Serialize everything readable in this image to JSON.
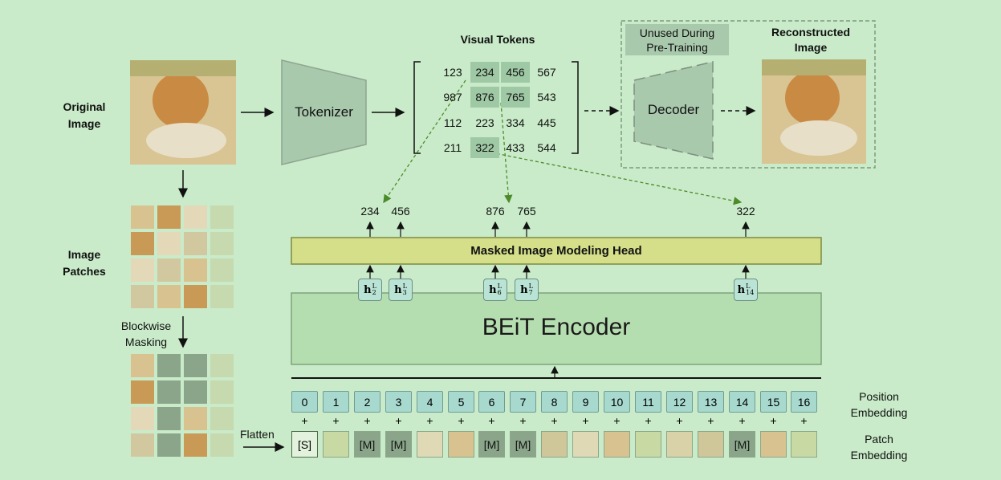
{
  "labels": {
    "original_image": [
      "Original",
      "Image"
    ],
    "image_patches": [
      "Image",
      "Patches"
    ],
    "blockwise_masking": [
      "Blockwise",
      "Masking"
    ],
    "flatten": "Flatten",
    "tokenizer": "Tokenizer",
    "visual_tokens": "Visual Tokens",
    "unused": [
      "Unused During",
      "Pre-Training"
    ],
    "decoder": "Decoder",
    "reconstructed": [
      "Reconstructed",
      "Image"
    ],
    "mim_head": "Masked Image Modeling Head",
    "encoder": "BEiT Encoder",
    "position_embedding": [
      "Position",
      "Embedding"
    ],
    "patch_embedding": [
      "Patch",
      "Embedding"
    ]
  },
  "visual_tokens": [
    [
      "123",
      "234",
      "456",
      "567"
    ],
    [
      "987",
      "876",
      "765",
      "543"
    ],
    [
      "112",
      "223",
      "334",
      "445"
    ],
    [
      "211",
      "322",
      "433",
      "544"
    ]
  ],
  "highlighted_tokens": [
    [
      0,
      1
    ],
    [
      0,
      2
    ],
    [
      1,
      1
    ],
    [
      1,
      2
    ],
    [
      3,
      1
    ]
  ],
  "predicted_tokens": [
    "234",
    "456",
    "876",
    "765",
    "322"
  ],
  "hidden_states": [
    {
      "sym": "h",
      "sub": "2",
      "sup": "L"
    },
    {
      "sym": "h",
      "sub": "3",
      "sup": "L"
    },
    {
      "sym": "h",
      "sub": "6",
      "sup": "L"
    },
    {
      "sym": "h",
      "sub": "7",
      "sup": "L"
    },
    {
      "sym": "h",
      "sub": "14",
      "sup": "L"
    }
  ],
  "positions": [
    "0",
    "1",
    "2",
    "3",
    "4",
    "5",
    "6",
    "7",
    "8",
    "9",
    "10",
    "11",
    "12",
    "13",
    "14",
    "15",
    "16"
  ],
  "plus_sign": "+",
  "patch_tokens": [
    "[S]",
    "",
    "[M]",
    "[M]",
    "",
    "",
    "[M]",
    "[M]",
    "",
    "",
    "",
    "",
    "",
    "",
    "[M]",
    "",
    ""
  ],
  "masked_patch_indices": [
    2,
    3,
    6,
    7,
    14
  ],
  "colors": {
    "background": "#c9ebc9",
    "mim_head": "#d5df8a",
    "encoder": "#b5deb0",
    "position_box": "#a8d9cf",
    "mask": "#8aa58a",
    "arrow_dashed": "#4c8a2a"
  }
}
